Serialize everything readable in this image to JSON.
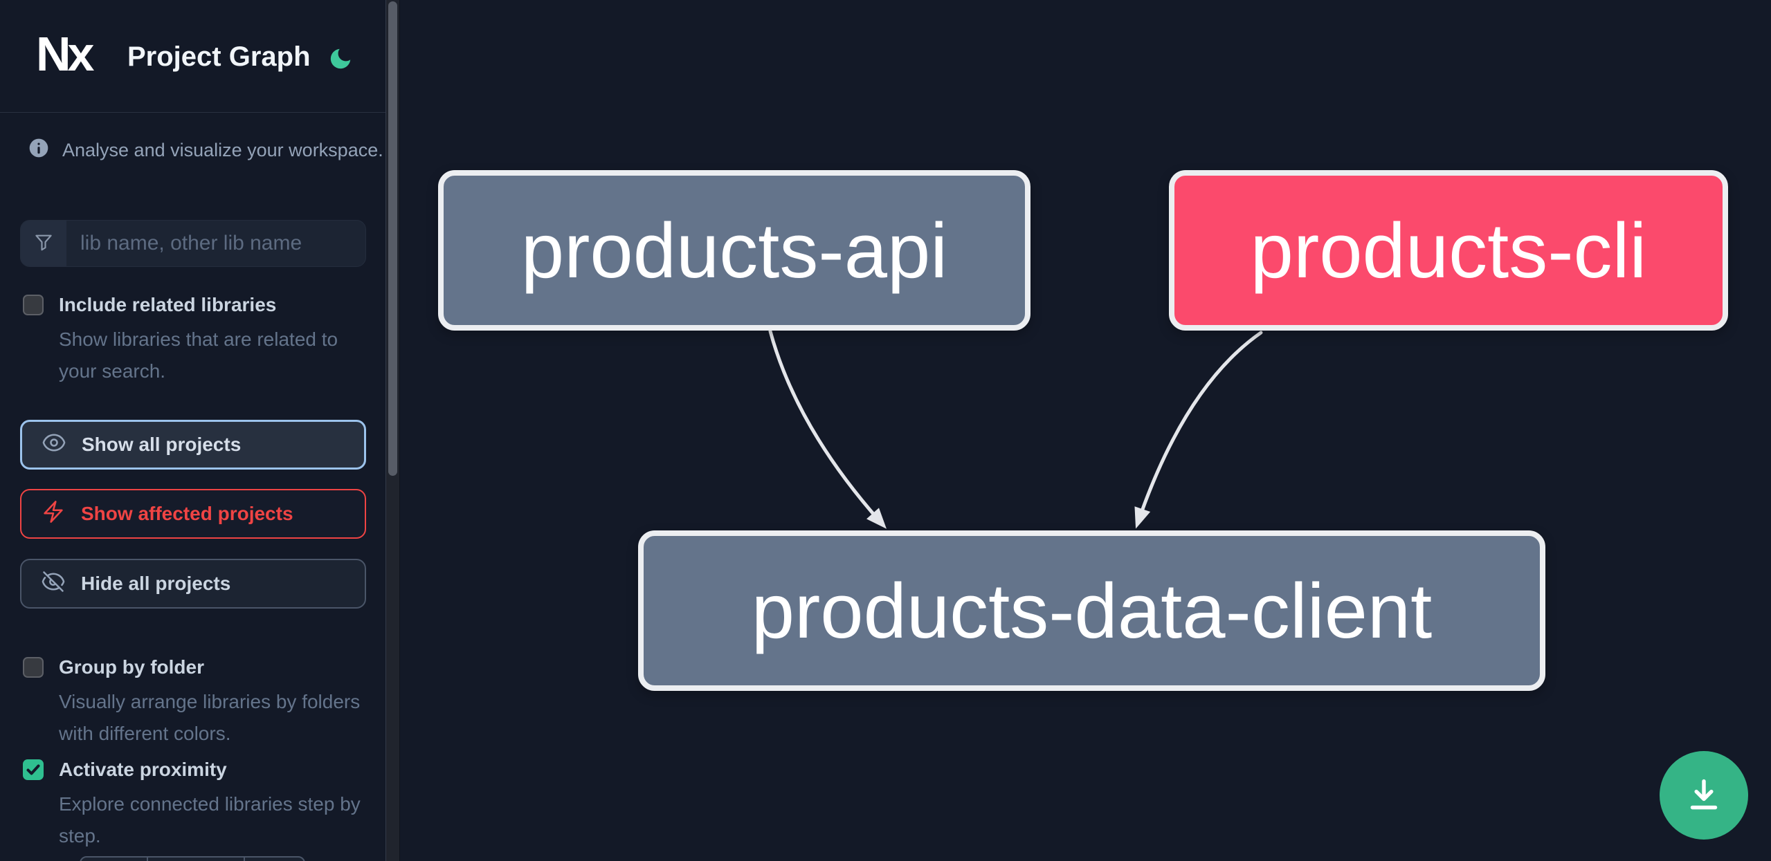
{
  "header": {
    "logo_text": "Nx",
    "title": "Project Graph"
  },
  "sidebar": {
    "tagline": "Analyse and visualize your workspace.",
    "search_placeholder": "lib name, other lib name",
    "search_value": "",
    "include_related": {
      "label": "Include related libraries",
      "desc": "Show libraries that are related to your search.",
      "checked": false
    },
    "group_folder": {
      "label": "Group by folder",
      "desc": "Visually arrange libraries by folders with different colors.",
      "checked": false
    },
    "proximity": {
      "label": "Activate proximity",
      "desc": "Explore connected libraries step by step.",
      "checked": true
    },
    "show_all_label": "Show all projects",
    "show_affected_label": "Show affected projects",
    "hide_all_label": "Hide all projects"
  },
  "graph": {
    "nodes": [
      {
        "label": "products-api",
        "type": "normal"
      },
      {
        "label": "products-cli",
        "type": "affected"
      },
      {
        "label": "products-data-client",
        "type": "normal"
      }
    ],
    "edges": [
      {
        "from": "products-api",
        "to": "products-data-client"
      },
      {
        "from": "products-cli",
        "to": "products-data-client"
      }
    ]
  },
  "fab": {
    "icon": "download-icon"
  },
  "colors": {
    "background": "#131927",
    "node_normal": "#64748b",
    "node_affected": "#fb4a6c",
    "accent_green": "#3ec99b",
    "fab_green": "#35b486",
    "affected_red": "#ef4444",
    "focus_blue": "#9cc3ec",
    "edge": "#e4e6ea"
  }
}
